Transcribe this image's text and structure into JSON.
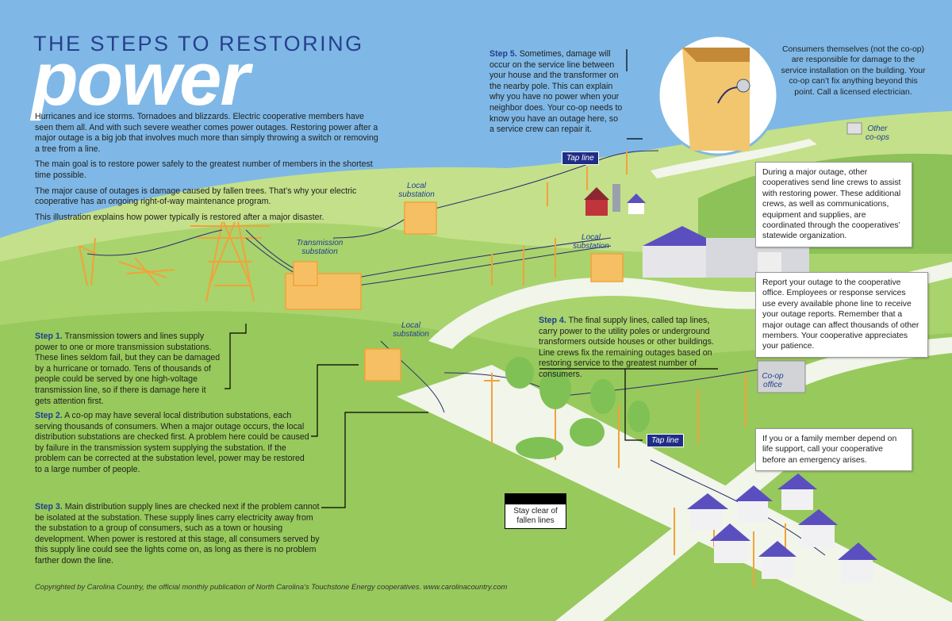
{
  "header": {
    "title_top": "THE STEPS TO RESTORING",
    "title_big": "power"
  },
  "intro": [
    "Hurricanes and ice storms. Tornadoes and blizzards. Electric cooperative members have seen them all. And with such severe weather comes power outages. Restoring power after a major outage is a big job that involves much more than simply throwing a switch or removing a tree from a line.",
    "The main goal is to restore power safely to the greatest number of members in the shortest time possible.",
    "The major cause of outages is damage caused by fallen trees. That’s why your electric cooperative has an ongoing right-of-way maintenance program.",
    "This illustration explains how power typically is restored after a major disaster."
  ],
  "steps": [
    {
      "label": "Step 1.",
      "text": " Transmission towers and lines supply power to one or more transmission substations. These lines seldom fail, but they can be damaged by a hurricane or tornado. Tens of thousands of people could be served by one high-voltage transmission line, so if there is damage here it gets attention first."
    },
    {
      "label": "Step 2.",
      "text": " A co-op may have several local distribution substations, each serving thousands of consumers. When a major outage occurs, the local distribution substations are checked first. A problem here could be caused by failure in the transmission system supplying the substation. If the problem can be corrected at the substation level, power may be restored to a large number of people."
    },
    {
      "label": "Step 3.",
      "text": " Main distribution supply lines are checked next if the problem cannot be isolated at the substation. These supply lines carry electricity away from the substation to a group of consumers, such as a town or housing development. When power is restored at this stage, all consumers served by this supply line could see the lights come on, as long as there is no problem farther down the line."
    },
    {
      "label": "Step 4.",
      "text": " The final supply lines, called tap lines, carry power to the utility poles or underground transformers outside houses or other buildings. Line crews fix the remaining outages based on restoring service to the greatest number of consumers."
    },
    {
      "label": "Step 5.",
      "text": " Sometimes, damage will occur on the service line between your house and the transformer on the nearby pole. This can explain why you have no power when your neighbor does. Your co-op needs to know you have an outage here, so a service crew can repair it."
    }
  ],
  "callouts": {
    "consumers": "Consumers themselves (not the co-op) are responsible for damage to the service installation on the building. Your co-op can’t fix anything beyond this point. Call a licensed electrician.",
    "crews": "During a major outage, other cooperatives send line crews to assist with restoring power. These additional crews, as well as communications, equipment and supplies, are coordinated through the cooperatives’ statewide organization.",
    "report": "Report your outage to the cooperative office. Employees or response services use every available phone line to receive your outage reports. Remember that a major outage can affect thousands of other members. Your cooperative appreciates your patience.",
    "life_support": "If you or a family member depend on life support, call your cooperative before an emergency arises."
  },
  "labels": {
    "transmission_substation": "Transmission substation",
    "local_substation": "Local substation",
    "tap_line": "Tap line",
    "other_coops": "Other co-ops",
    "coop_office": "Co-op office",
    "stay_clear": "Stay clear of fallen lines"
  },
  "footer": {
    "copyright": "Copyrighted by Carolina Country, the official monthly publication of North Carolina’s Touchstone Energy cooperatives. www.carolinacountry.com"
  },
  "colors": {
    "sky": "#7fb8e6",
    "hill_light": "#b6d97a",
    "hill_mid": "#9fcb63",
    "hill_dark": "#86bb4c",
    "road": "#f1f5ea",
    "tower": "#f2a23a",
    "title_blue": "#27408f",
    "roof": "#5b4fc0",
    "tag_bg": "#1f2d86"
  }
}
